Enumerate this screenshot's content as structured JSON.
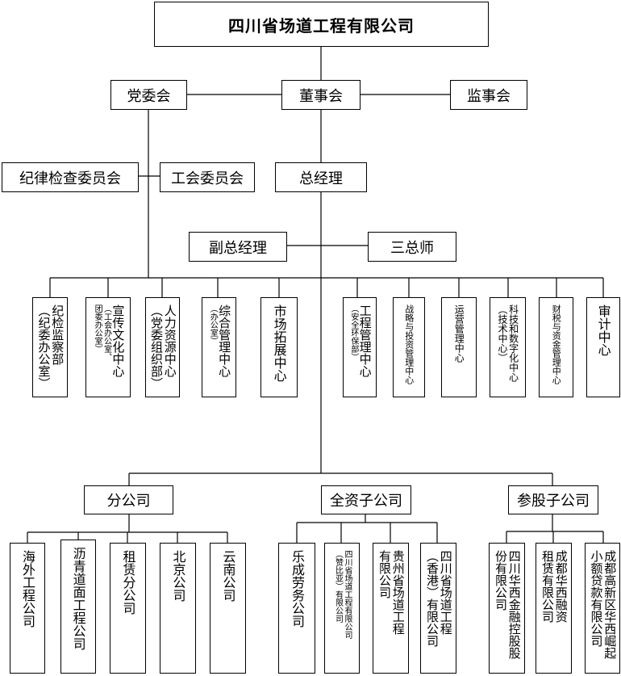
{
  "top": {
    "company": "四川省场道工程有限公司"
  },
  "tier1": {
    "party": "党委会",
    "board": "董事会",
    "supervisory": "监事会"
  },
  "tier2": {
    "discipline": "纪律检查委员会",
    "union": "工会委员会",
    "gm": "总经理"
  },
  "tier3": {
    "deputy_gm": "副总经理",
    "chiefs": "三总师"
  },
  "departments": [
    {
      "main": "纪检监察部",
      "sub": "（纪委办公室）"
    },
    {
      "main": "宣传文化中心",
      "sub1": "（工会办公室、",
      "sub2": "团委办公室）"
    },
    {
      "main": "人力资源中心",
      "sub": "（党委组织部）"
    },
    {
      "main": "综合管理中心",
      "sub": "（办公室）"
    },
    {
      "main": "市场拓展中心"
    },
    {
      "main": "工程管理中心",
      "sub": "（安全环保部）"
    },
    {
      "main": "战略与投资管理中心"
    },
    {
      "main": "运营管理中心"
    },
    {
      "main": "科技和数字化中心",
      "sub": "（技术中心）"
    },
    {
      "main": "财税与资金管理中心"
    },
    {
      "main": "审计中心"
    }
  ],
  "groups": {
    "branches": "分公司",
    "wholly_owned": "全资子公司",
    "shareholding": "参股子公司"
  },
  "branches": [
    {
      "name": "海外工程公司"
    },
    {
      "name": "沥青道面工程公司"
    },
    {
      "name": "租赁分公司"
    },
    {
      "name": "北京公司"
    },
    {
      "name": "云南公司"
    }
  ],
  "subsidiaries": [
    {
      "name": "乐成劳务公司"
    },
    {
      "line1": "四川省场道工程有限公司",
      "line2": "（赞比亚）有限公司"
    },
    {
      "line1": "贵州省场道工程",
      "line2": "有限公司"
    },
    {
      "line1": "四川省场道工程",
      "line2": "（香港）有限公司"
    }
  ],
  "affiliates": [
    {
      "line1": "四川华西金融控股股",
      "line2": "份有限公司"
    },
    {
      "line1": "成都华西融资",
      "line2": "租赁有限公司"
    },
    {
      "line1": "成都高新区华西崛起",
      "line2": "小额贷款有限公司"
    }
  ]
}
